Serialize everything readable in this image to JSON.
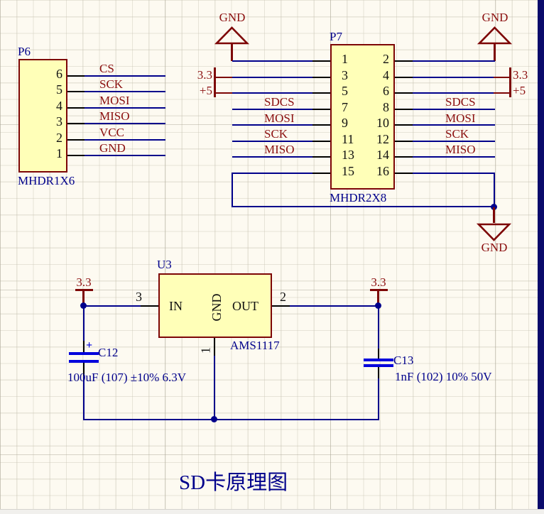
{
  "colors": {
    "wire": "#00008B",
    "shape_red": "#7D0606",
    "text_red": "#8B0F0F",
    "fill_yellow": "#FFFFB8",
    "text_blue": "#00008B",
    "cap_blue": "#0000DC",
    "bg": "#FDFAF1"
  },
  "title": "SD卡原理图",
  "p6": {
    "designator": "P6",
    "footprint": "MHDR1X6",
    "pins": [
      "6",
      "5",
      "4",
      "3",
      "2",
      "1"
    ],
    "nets": [
      "CS",
      "SCK",
      "MOSI",
      "MISO",
      "VCC",
      "GND"
    ]
  },
  "p7": {
    "designator": "P7",
    "footprint": "MHDR2X8",
    "left_pins": [
      "1",
      "3",
      "5",
      "7",
      "9",
      "11",
      "13",
      "15"
    ],
    "right_pins": [
      "2",
      "4",
      "6",
      "8",
      "10",
      "12",
      "14",
      "16"
    ],
    "left_nets": [
      "SDCS",
      "MOSI",
      "SCK",
      "MISO"
    ],
    "right_nets": [
      "SDCS",
      "MOSI",
      "SCK",
      "MISO"
    ]
  },
  "power": {
    "gnd": "GND",
    "v3_3": "3.3",
    "v5": "+5"
  },
  "u3": {
    "designator": "U3",
    "comment": "AMS1117",
    "pin_in": "IN",
    "pin_gnd": "GND",
    "pin_out": "OUT",
    "n1": "1",
    "n2": "2",
    "n3": "3"
  },
  "c12": {
    "designator": "C12",
    "polarity": "+",
    "value": "100uF (107) ±10% 6.3V"
  },
  "c13": {
    "designator": "C13",
    "value": "1nF (102) 10% 50V"
  }
}
